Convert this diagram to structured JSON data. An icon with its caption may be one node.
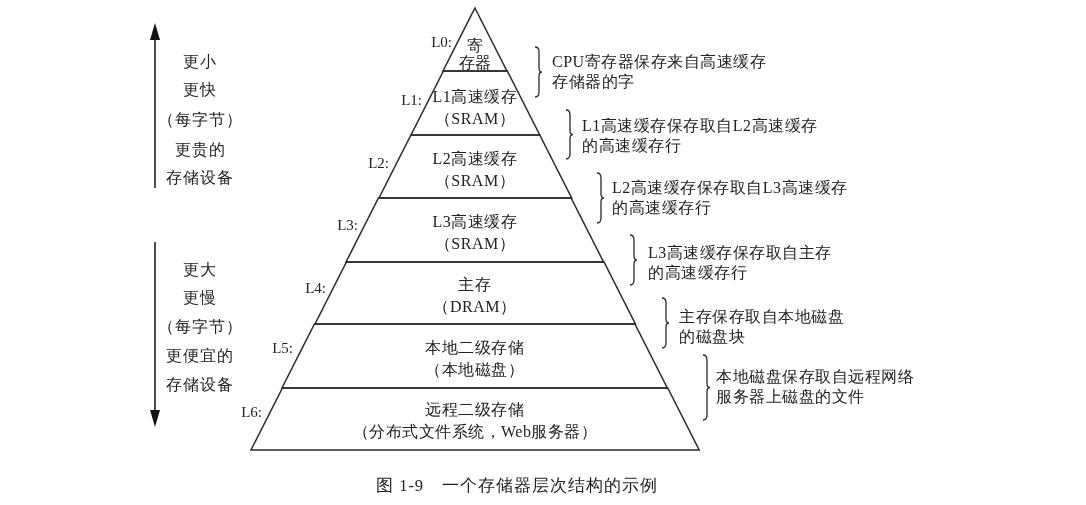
{
  "diagram": {
    "caption": "图 1-9　一个存储器层次结构的示例",
    "nodes": [
      {
        "text": [
          "寄存器"
        ],
        "beside": [
          "L0:"
        ]
      },
      {
        "text": [
          "L1高速缓存",
          "（SRAM）"
        ],
        "beside": [
          "L1:"
        ]
      },
      {
        "text": [
          "L2高速缓存",
          "（SRAM）"
        ],
        "beside": [
          "L2:"
        ]
      },
      {
        "text": [
          "L3高速缓存",
          "（SRAM）"
        ],
        "beside": [
          "L3:"
        ]
      },
      {
        "text": [
          "主存",
          "（DRAM）"
        ],
        "beside": [
          "L4:"
        ]
      },
      {
        "text": [
          "本地二级存储",
          "（本地磁盘）"
        ],
        "beside": [
          "L5:"
        ]
      },
      {
        "text": [
          "远程二级存储",
          "（分布式文件系统，Web服务器）"
        ],
        "beside": [
          "L6:"
        ]
      }
    ],
    "labels": [
      "更小",
      "更快",
      "（每字节）",
      "更贵的",
      "存储设备",
      "更大",
      "更慢",
      "（每字节）",
      "更便宜的",
      "存储设备",
      "CPU寄存器保存来自高速缓存存储器的字",
      "L1高速缓存保存取自L2高速缓存的高速缓存行",
      "L2高速缓存保存取自L3高速缓存的高速缓存行",
      "L3高速缓存保存取自主存的高速缓存行",
      "主存保存取自本地磁盘的磁盘块",
      "本地磁盘保存取自远程网络服务器上磁盘的文件"
    ]
  }
}
